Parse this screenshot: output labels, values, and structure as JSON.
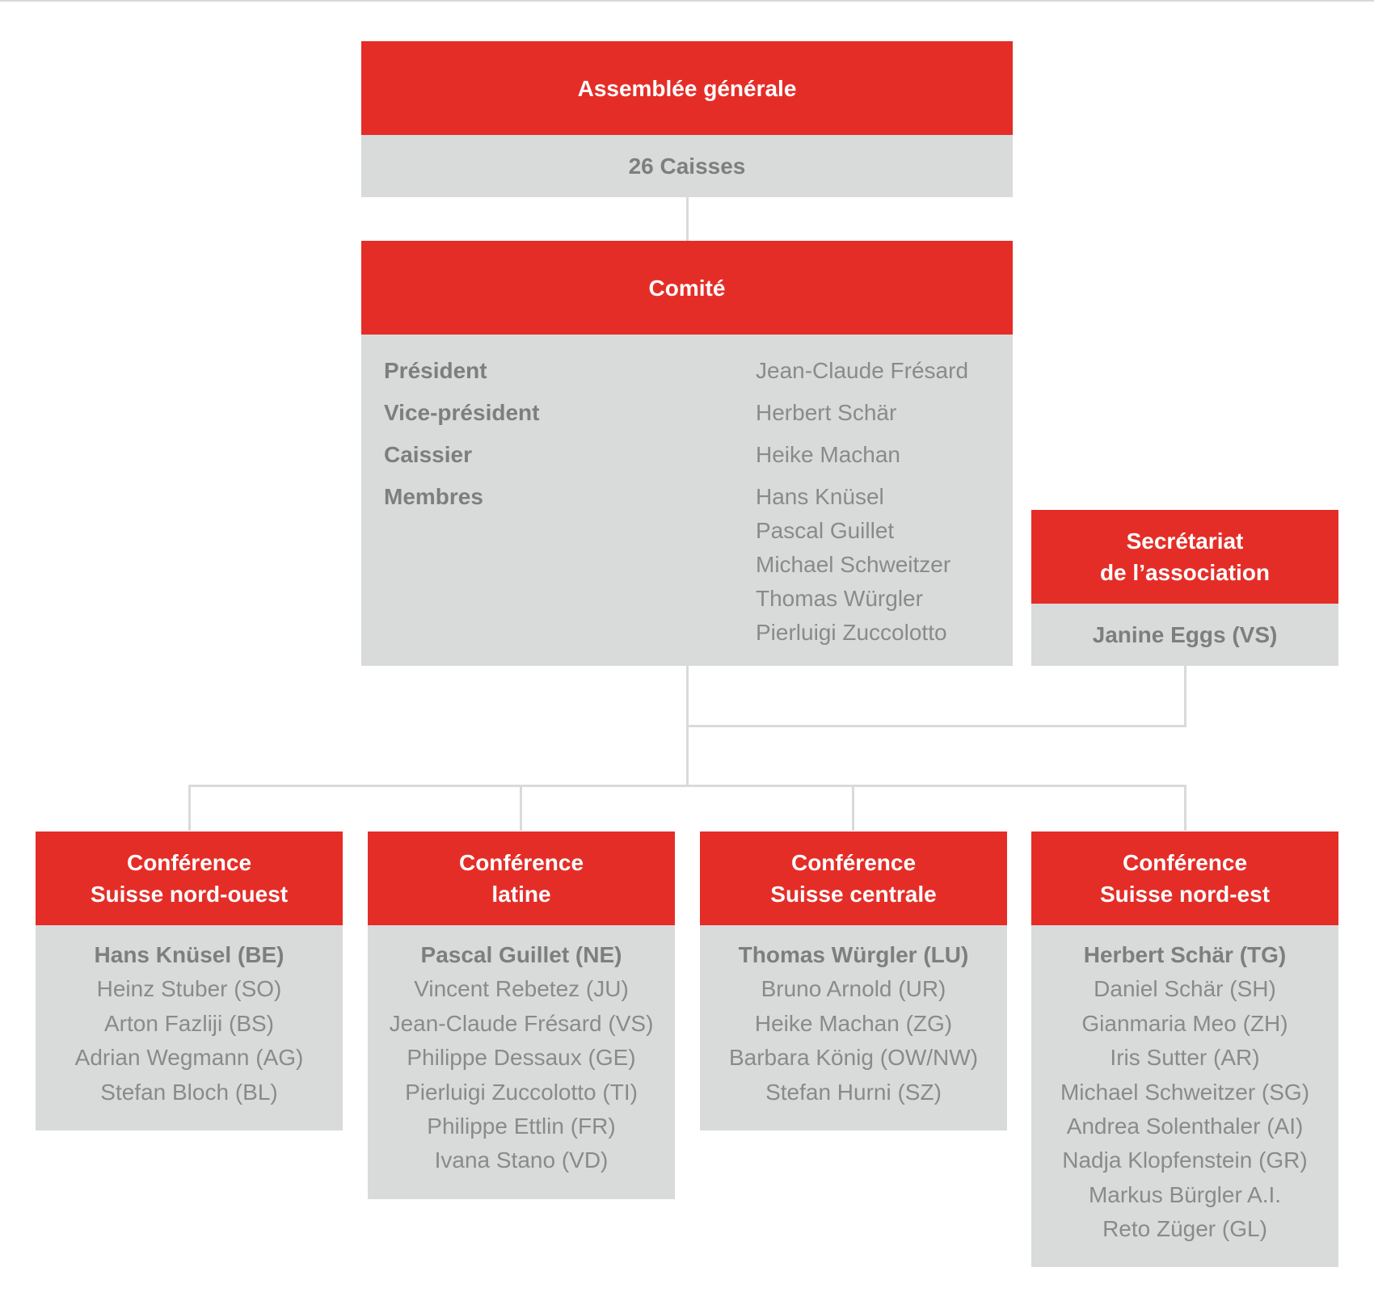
{
  "assembly": {
    "title": "Assemblée générale",
    "subtitle": "26 Caisses"
  },
  "committee": {
    "title": "Comité",
    "roles": [
      {
        "label": "Président",
        "names": [
          "Jean-Claude Frésard"
        ]
      },
      {
        "label": "Vice-président",
        "names": [
          "Herbert Schär"
        ]
      },
      {
        "label": "Caissier",
        "names": [
          "Heike Machan"
        ]
      },
      {
        "label": "Membres",
        "names": [
          "Hans Knüsel",
          "Pascal Guillet",
          "Michael Schweitzer",
          "Thomas Würgler",
          "Pierluigi Zuccolotto"
        ]
      }
    ]
  },
  "secretariat": {
    "title_line1": "Secrétariat",
    "title_line2": "de l’association",
    "person": "Janine Eggs (VS)"
  },
  "conferences": [
    {
      "title_line1": "Conférence",
      "title_line2": "Suisse nord-ouest",
      "lead": "Hans Knüsel (BE)",
      "members": [
        "Heinz Stuber (SO)",
        "Arton Fazliji (BS)",
        "Adrian Wegmann (AG)",
        "Stefan Bloch (BL)"
      ]
    },
    {
      "title_line1": "Conférence",
      "title_line2": "latine",
      "lead": "Pascal Guillet (NE)",
      "members": [
        "Vincent Rebetez (JU)",
        "Jean-Claude Frésard (VS)",
        "Philippe Dessaux (GE)",
        "Pierluigi Zuccolotto (TI)",
        "Philippe Ettlin (FR)",
        "Ivana Stano (VD)"
      ]
    },
    {
      "title_line1": "Conférence",
      "title_line2": "Suisse centrale",
      "lead": "Thomas Würgler (LU)",
      "members": [
        "Bruno Arnold (UR)",
        "Heike Machan (ZG)",
        "Barbara König (OW/NW)",
        "Stefan Hurni (SZ)"
      ]
    },
    {
      "title_line1": "Conférence",
      "title_line2": "Suisse nord-est",
      "lead": "Herbert Schär (TG)",
      "members": [
        "Daniel Schär (SH)",
        "Gianmaria Meo (ZH)",
        "Iris Sutter (AR)",
        "Michael Schweitzer (SG)",
        "Andrea Solenthaler (AI)",
        "Nadja Klopfenstein (GR)",
        "Markus Bürgler A.I.",
        "Reto Züger (GL)"
      ]
    }
  ]
}
